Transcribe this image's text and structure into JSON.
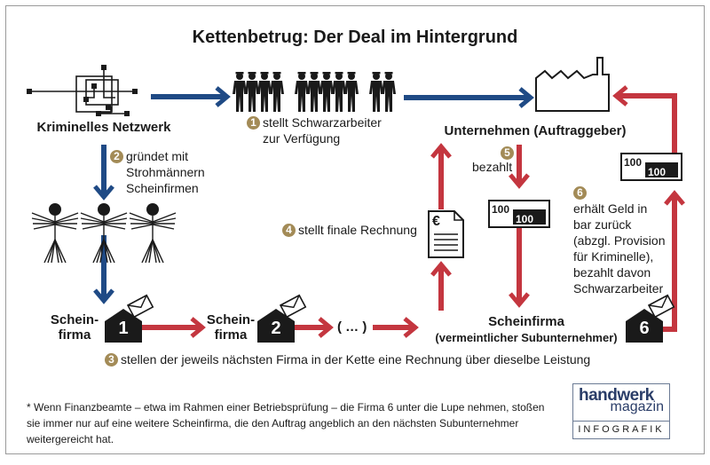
{
  "title": "Kettenbetrug: Der Deal im Hintergrund",
  "colors": {
    "blue": "#1f4a85",
    "red": "#c4363f",
    "gold": "#a38b57",
    "ink": "#1a1a1a"
  },
  "nodes": {
    "network": "Kriminelles Netzwerk",
    "company": "Unternehmen (Auftraggeber)",
    "shell1_a": "Schein-",
    "shell1_b": "firma",
    "shell1_num": "1",
    "shell2_a": "Schein-",
    "shell2_b": "firma",
    "shell2_num": "2",
    "ellipsis": "( … )",
    "shell6_title": "Scheinfirma",
    "shell6_sub": "(vermeintlicher Subunternehmer)",
    "shell6_num": "6"
  },
  "steps": [
    {
      "num": "1",
      "lines": [
        "stellt Schwarzarbeiter",
        "zur Verfügung"
      ]
    },
    {
      "num": "2",
      "lines": [
        "gründet mit",
        "Strohmännern",
        "Scheinfirmen"
      ]
    },
    {
      "num": "3",
      "lines": [
        "stellen der jeweils nächsten Firma in der Kette eine Rechnung über dieselbe Leistung"
      ]
    },
    {
      "num": "4",
      "lines": [
        "stellt finale Rechnung"
      ]
    },
    {
      "num": "5",
      "lines": [
        "bezahlt"
      ]
    },
    {
      "num": "6",
      "lines": [
        "erhält Geld in",
        "bar zurück",
        "(abzgl. Provision",
        "für Kriminelle),",
        "bezahlt davon",
        "Schwarzarbeiter"
      ]
    }
  ],
  "banknote": {
    "a": "100",
    "b": "100"
  },
  "invoice_symbol": "€",
  "footnote": "* Wenn Finanzbeamte – etwa im Rahmen einer Betriebsprüfung – die Firma 6 unter die Lupe nehmen, stoßen sie immer nur auf eine weitere Scheinfirma, die den Auftrag angeblich an den nächsten Subunternehmer weitergereicht hat.",
  "logo": {
    "line1": "handwerk",
    "line2": "magazin",
    "line3": "INFOGRAFIK"
  }
}
